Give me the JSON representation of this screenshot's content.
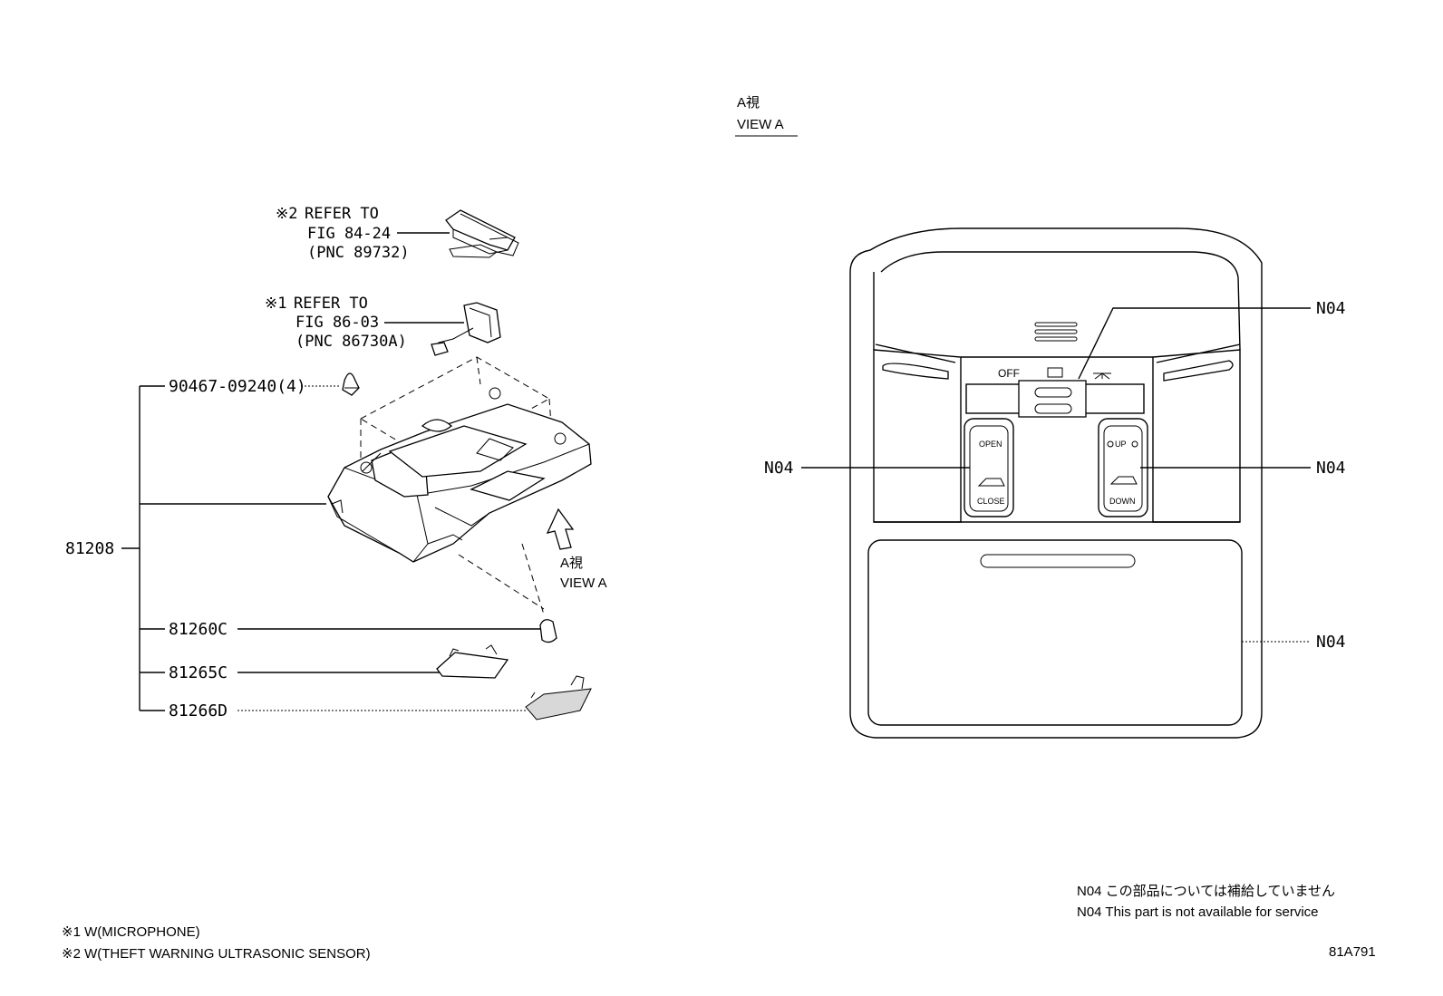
{
  "view_a_header": {
    "jp": "A視",
    "en": "VIEW A"
  },
  "view_a_arrow": {
    "jp": "A視",
    "en": "VIEW A"
  },
  "refers": [
    {
      "mark": "※2",
      "line1": "REFER TO",
      "line2": "FIG 84-24",
      "line3": "(PNC 89732)"
    },
    {
      "mark": "※1",
      "line1": "REFER TO",
      "line2": "FIG 86-03",
      "line3": "(PNC 86730A)"
    }
  ],
  "parts": {
    "clip": "90467-09240(4)",
    "assembly": "81208",
    "bulb": "81260C",
    "lens1": "81265C",
    "lens2": "81266D"
  },
  "view_labels": {
    "n04_top": "N04",
    "n04_left": "N04",
    "n04_right": "N04",
    "n04_bottom": "N04"
  },
  "switch_text": {
    "off": "OFF",
    "open": "OPEN",
    "close": "CLOSE",
    "up": "UP",
    "down": "DOWN"
  },
  "notes_right": {
    "jp": "N04 この部品については補給していません",
    "en": "N04 This part is not available for service"
  },
  "footnotes": [
    "※1 W(MICROPHONE)",
    "※2 W(THEFT WARNING ULTRASONIC SENSOR)"
  ],
  "figure_id": "81A791"
}
